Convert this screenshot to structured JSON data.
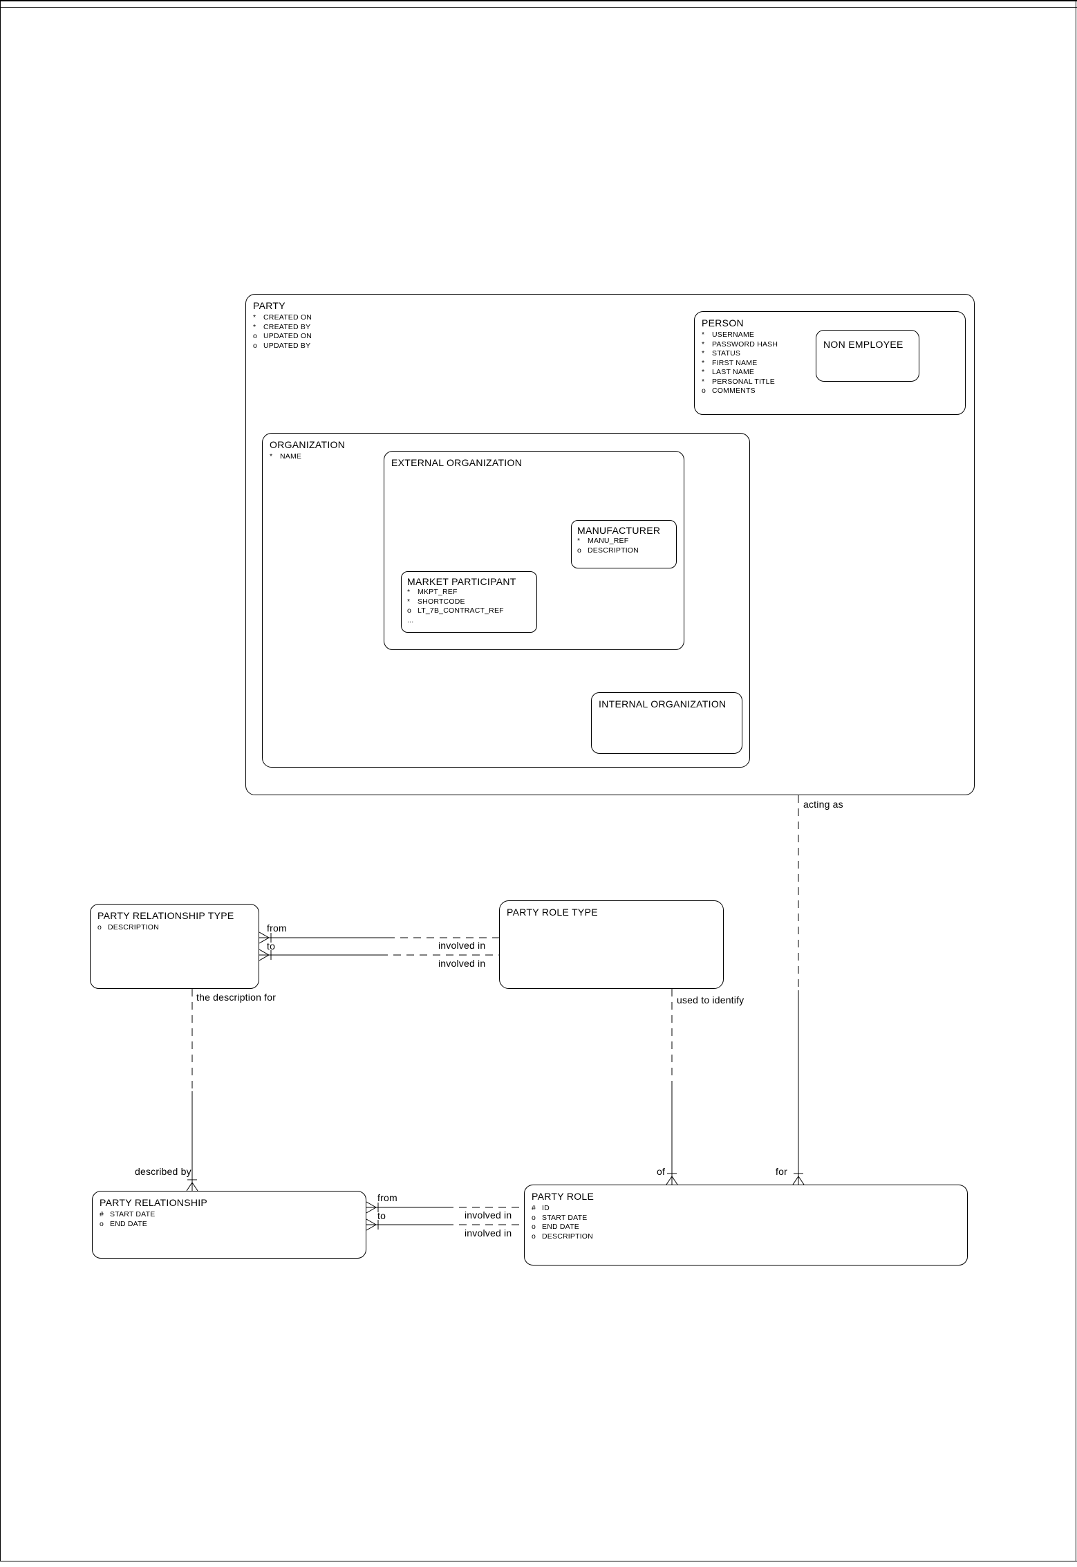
{
  "entities": {
    "party": {
      "title": "PARTY",
      "attrs": [
        {
          "p": "*",
          "n": "CREATED ON"
        },
        {
          "p": "*",
          "n": "CREATED BY"
        },
        {
          "p": "o",
          "n": "UPDATED ON"
        },
        {
          "p": "o",
          "n": "UPDATED BY"
        }
      ]
    },
    "person": {
      "title": "PERSON",
      "attrs": [
        {
          "p": "*",
          "n": "USERNAME"
        },
        {
          "p": "*",
          "n": "PASSWORD HASH"
        },
        {
          "p": "*",
          "n": "STATUS"
        },
        {
          "p": "*",
          "n": "FIRST NAME"
        },
        {
          "p": "*",
          "n": "LAST NAME"
        },
        {
          "p": "*",
          "n": "PERSONAL TITLE"
        },
        {
          "p": "o",
          "n": "COMMENTS"
        }
      ]
    },
    "non_employee": {
      "title": "NON EMPLOYEE"
    },
    "organization": {
      "title": "ORGANIZATION",
      "attrs": [
        {
          "p": "*",
          "n": "NAME"
        }
      ]
    },
    "external_organization": {
      "title": "EXTERNAL ORGANIZATION"
    },
    "manufacturer": {
      "title": "MANUFACTURER",
      "attrs": [
        {
          "p": "*",
          "n": "MANU_REF"
        },
        {
          "p": "o",
          "n": "DESCRIPTION"
        }
      ]
    },
    "market_participant": {
      "title": "MARKET PARTICIPANT",
      "attrs": [
        {
          "p": "*",
          "n": "MKPT_REF"
        },
        {
          "p": "*",
          "n": "SHORTCODE"
        },
        {
          "p": "o",
          "n": "LT_7B_CONTRACT_REF"
        },
        {
          "p": "...",
          "n": ""
        }
      ]
    },
    "internal_organization": {
      "title": "INTERNAL ORGANIZATION"
    },
    "party_relationship_type": {
      "title": "PARTY RELATIONSHIP TYPE",
      "attrs": [
        {
          "p": "o",
          "n": "DESCRIPTION"
        }
      ]
    },
    "party_role_type": {
      "title": "PARTY ROLE TYPE"
    },
    "party_relationship": {
      "title": "PARTY RELATIONSHIP",
      "attrs": [
        {
          "p": "#",
          "n": "START DATE"
        },
        {
          "p": "o",
          "n": "END DATE"
        }
      ]
    },
    "party_role": {
      "title": "PARTY ROLE",
      "attrs": [
        {
          "p": "#",
          "n": "ID"
        },
        {
          "p": "o",
          "n": "START DATE"
        },
        {
          "p": "o",
          "n": "END DATE"
        },
        {
          "p": "o",
          "n": "DESCRIPTION"
        }
      ]
    }
  },
  "labels": {
    "acting_as": "acting as",
    "type_pair": {
      "from": "from",
      "to": "to",
      "involved_in_1": "involved in",
      "involved_in_2": "involved in"
    },
    "role_pair": {
      "from": "from",
      "to": "to",
      "involved_in_1": "involved in",
      "involved_in_2": "involved in"
    },
    "the_description_for": "the description for",
    "described_by": "described by",
    "used_to_identify": "used to identify",
    "of": "of",
    "for": "for"
  },
  "colors": {
    "line": "#000000",
    "background": "#ffffff"
  }
}
